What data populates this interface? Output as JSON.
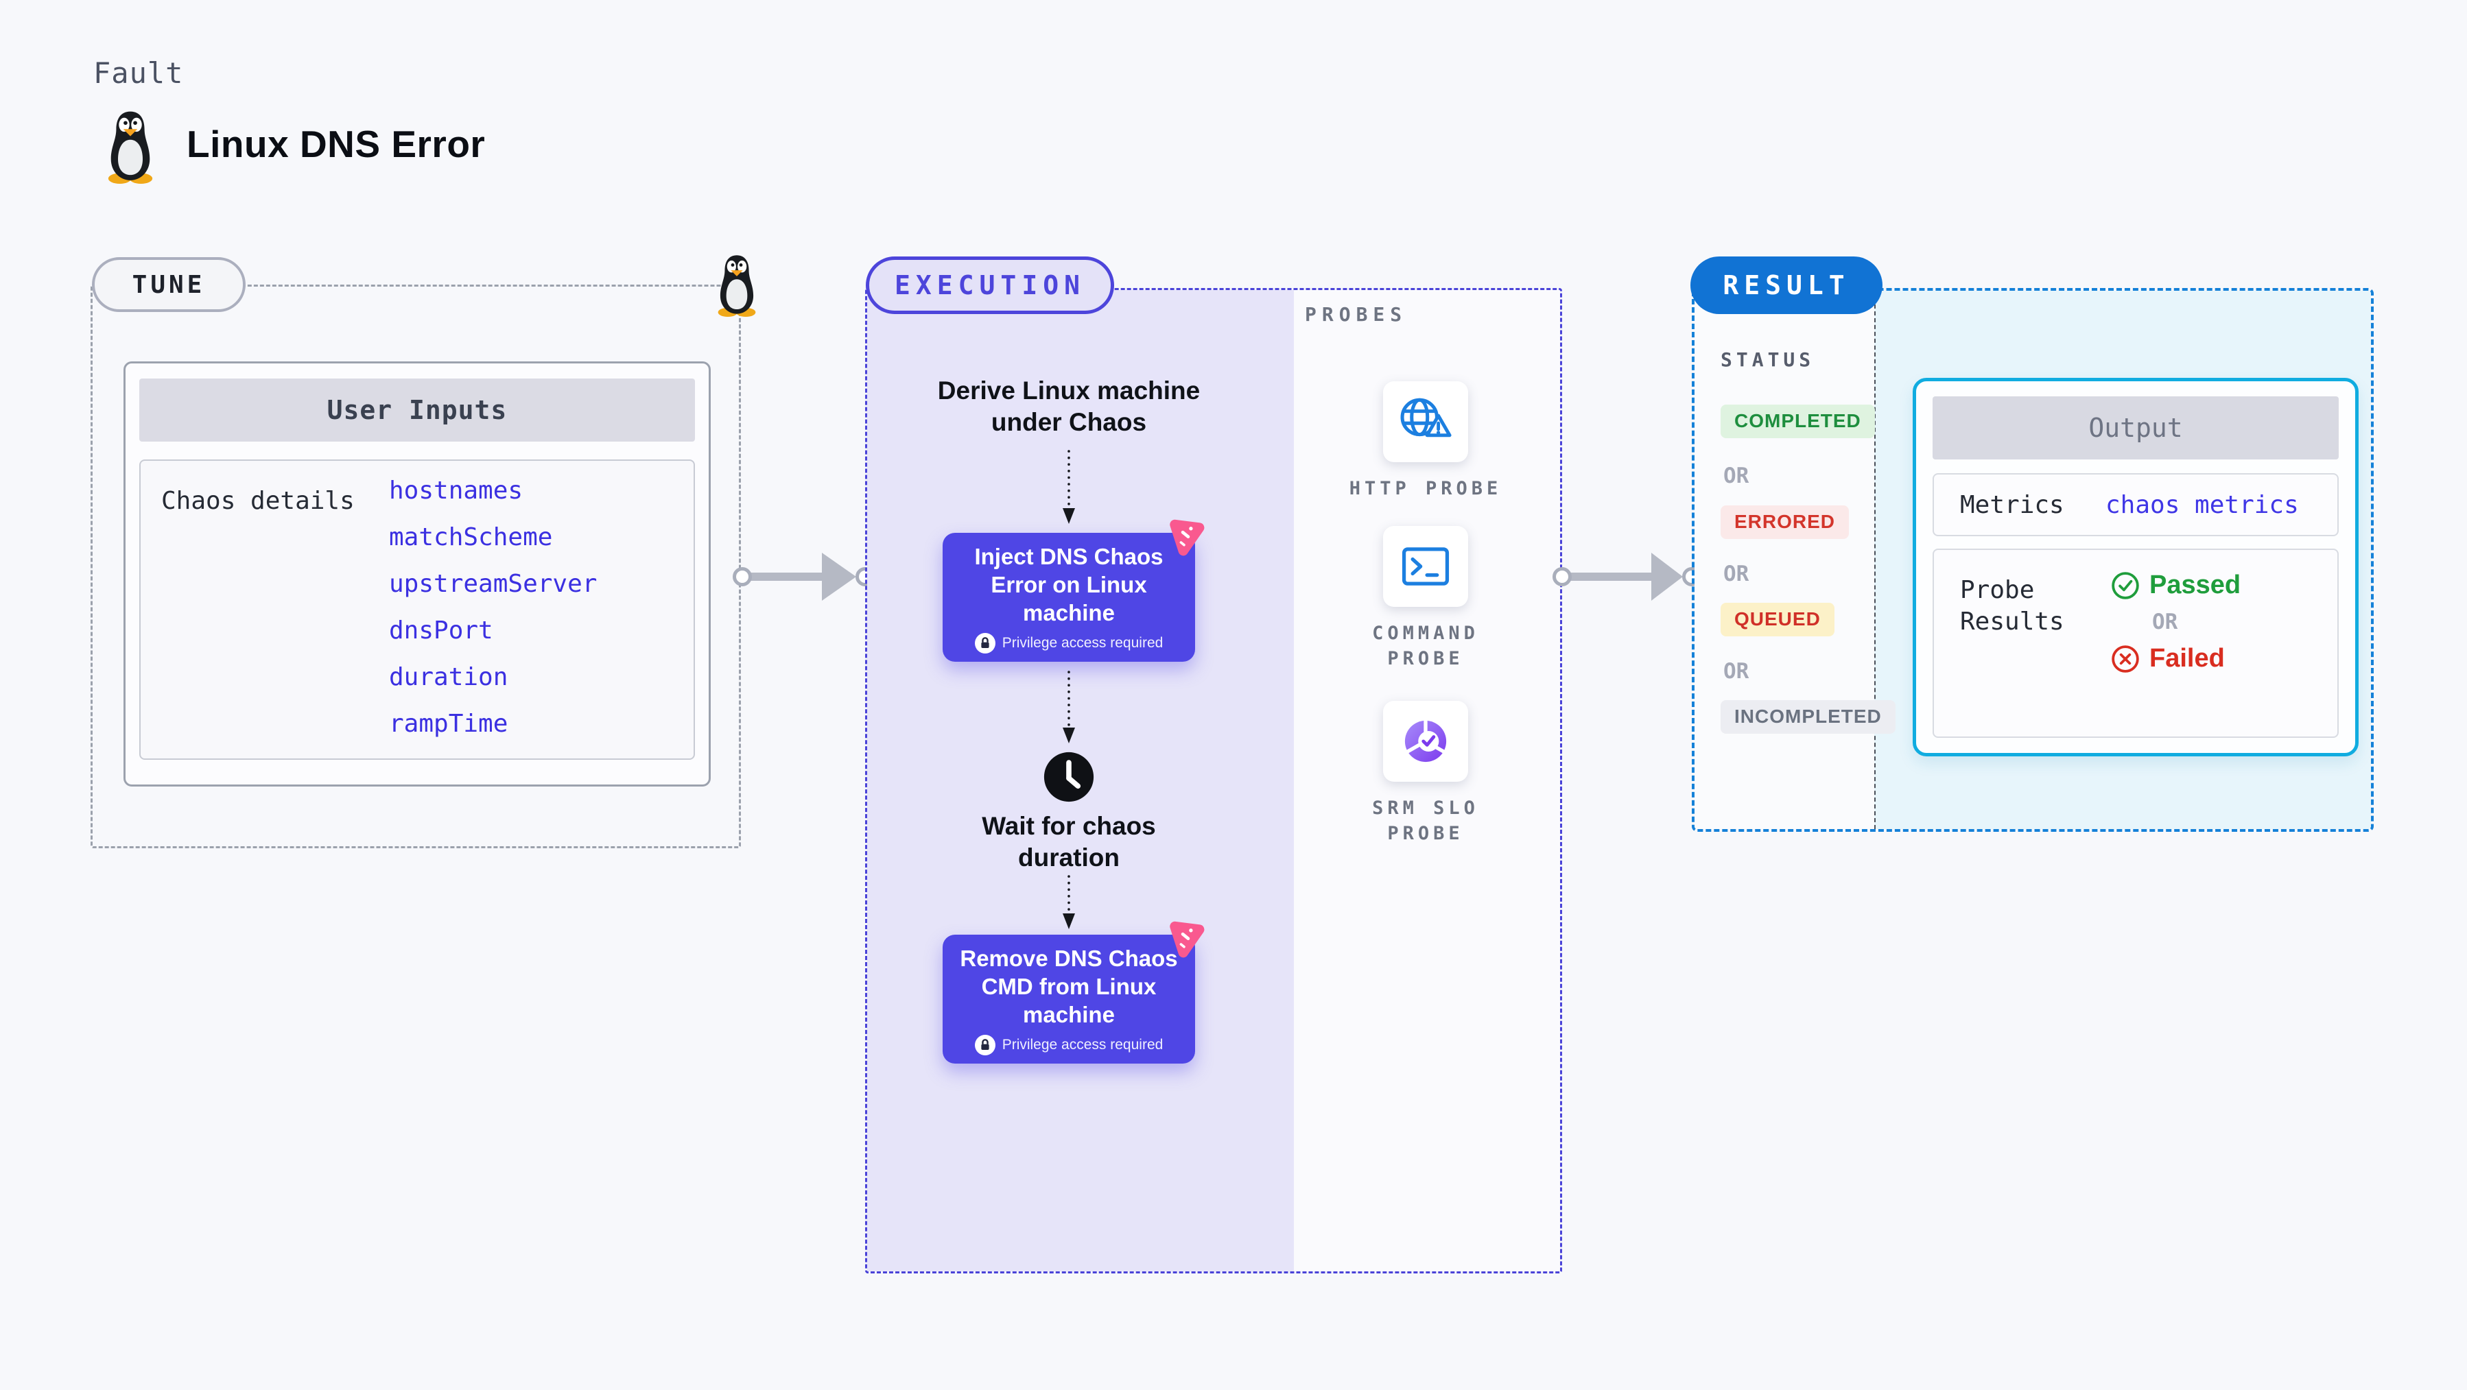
{
  "header": {
    "kicker": "Fault",
    "title": "Linux DNS Error"
  },
  "tune": {
    "badge": "TUNE",
    "card_title": "User Inputs",
    "row_label": "Chaos details",
    "values": [
      "hostnames",
      "matchScheme",
      "upstreamServer",
      "dnsPort",
      "duration",
      "rampTime"
    ]
  },
  "execution": {
    "badge": "EXECUTION",
    "derive_lines": [
      "Derive Linux machine",
      "under Chaos"
    ],
    "inject_label": "Inject DNS Chaos Error on Linux machine",
    "wait_lines": [
      "Wait for chaos",
      "duration"
    ],
    "remove_label": "Remove DNS Chaos CMD from Linux machine",
    "privilege_note": "Privilege access required"
  },
  "probes": {
    "section_label": "PROBES",
    "items": [
      {
        "label": "HTTP PROBE",
        "icon": "globe-warning-icon"
      },
      {
        "label": "COMMAND PROBE",
        "icon": "terminal-icon"
      },
      {
        "label": "SRM SLO PROBE",
        "icon": "slo-donut-icon"
      }
    ]
  },
  "result": {
    "badge": "RESULT",
    "status_label": "STATUS",
    "or_label": "OR",
    "statuses": [
      {
        "label": "COMPLETED",
        "color": "#1E8E3E",
        "bg": "#DFF3E0"
      },
      {
        "label": "ERRORED",
        "color": "#D3352B",
        "bg": "#FBE9E9"
      },
      {
        "label": "QUEUED",
        "color": "#D03028",
        "bg": "#FCF1C8"
      },
      {
        "label": "INCOMPLETED",
        "color": "#6A7280",
        "bg": "#ECEDF2"
      }
    ],
    "output": {
      "title": "Output",
      "metrics_label": "Metrics",
      "metrics_value": "chaos metrics",
      "probe_results_label": "Probe Results",
      "passed_label": "Passed",
      "or_label": "OR",
      "failed_label": "Failed"
    }
  },
  "colors": {
    "accent_indigo": "#4F46E5",
    "exec_border": "#4A43D8",
    "exec_bg": "#E6E4F9",
    "result_border": "#1581D8",
    "result_badge_bg": "#1173D4",
    "output_border": "#10ACE0",
    "output_bg": "#E7F5FB",
    "chaos_pink": "#F9598F",
    "probe_blue": "#1C7FE0",
    "value_blue": "#3B30E1",
    "passed_green": "#1F9D3C",
    "failed_red": "#D92D20",
    "arrow_gray": "#B5B9C4"
  }
}
